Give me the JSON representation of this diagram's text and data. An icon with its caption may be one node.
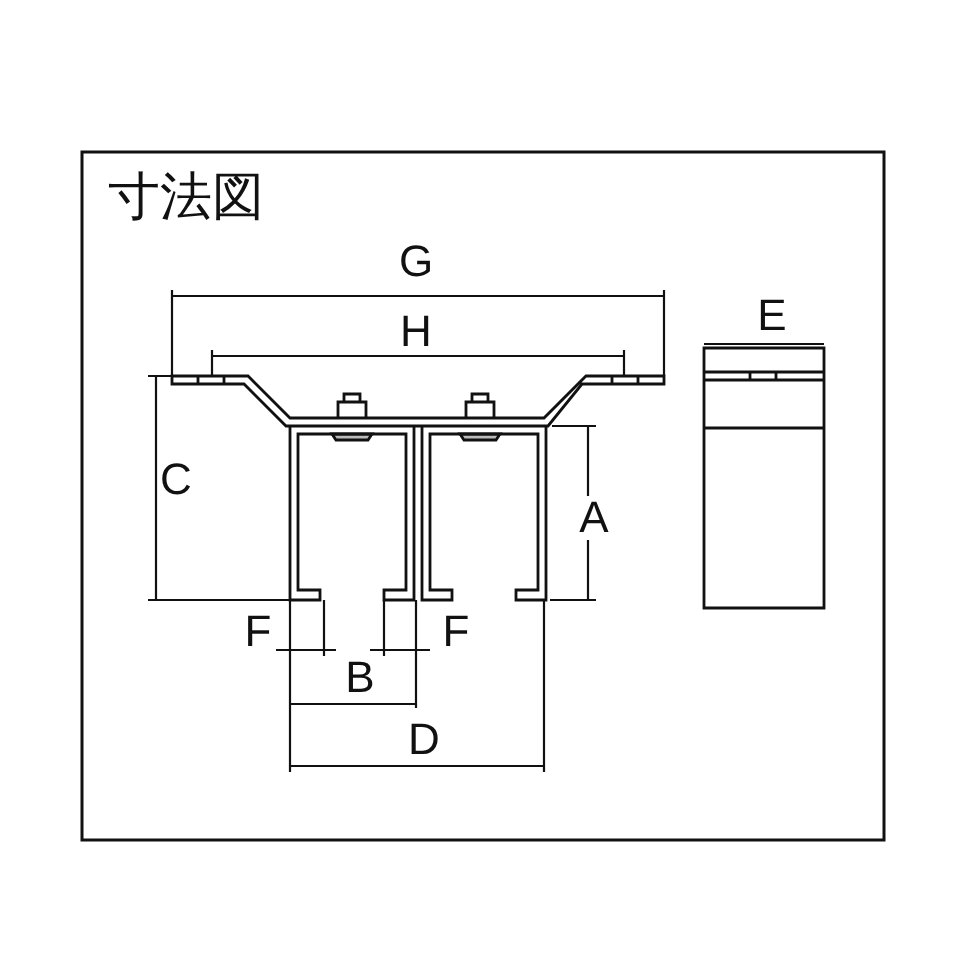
{
  "diagram": {
    "title": "寸法図",
    "labels": [
      "G",
      "H",
      "E",
      "C",
      "A",
      "F",
      "F",
      "B",
      "D"
    ]
  }
}
